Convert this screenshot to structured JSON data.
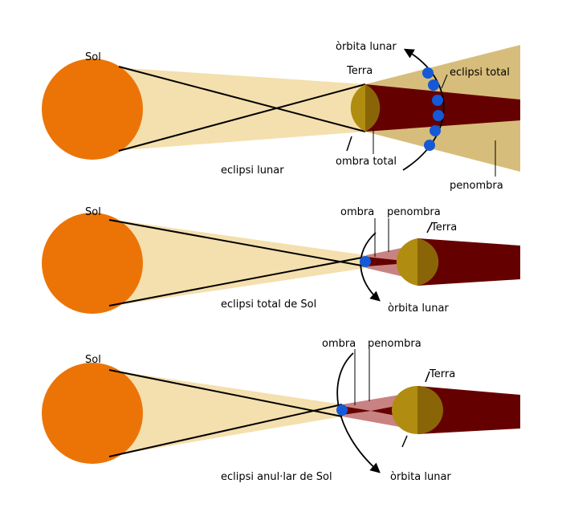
{
  "colors": {
    "sun": "#ec7406",
    "sunlight": "#f4dfae",
    "penumbra": "#d7bd7b",
    "penumbra_solar": "#c98282",
    "umbra": "#650000",
    "earth_day": "#b08c10",
    "earth_night": "#8a6508",
    "moon": "#1559d6",
    "line": "#000000"
  },
  "panels": {
    "lunar": {
      "caption": "eclipsi lunar",
      "sun_label": "Sol",
      "earth_label": "Terra",
      "orbit_label": "òrbita lunar",
      "umbra_label": "ombra total",
      "penumbra_label": "penombra",
      "eclipse_label": "eclipsi total"
    },
    "total_solar": {
      "caption": "eclipsi total de Sol",
      "sun_label": "Sol",
      "earth_label": "Terra",
      "orbit_label": "òrbita lunar",
      "umbra_label": "ombra",
      "penumbra_label": "penombra"
    },
    "annular_solar": {
      "caption": "eclipsi anul·lar de Sol",
      "sun_label": "Sol",
      "earth_label": "Terra",
      "orbit_label": "òrbita lunar",
      "umbra_label": "ombra",
      "penumbra_label": "penombra"
    }
  }
}
